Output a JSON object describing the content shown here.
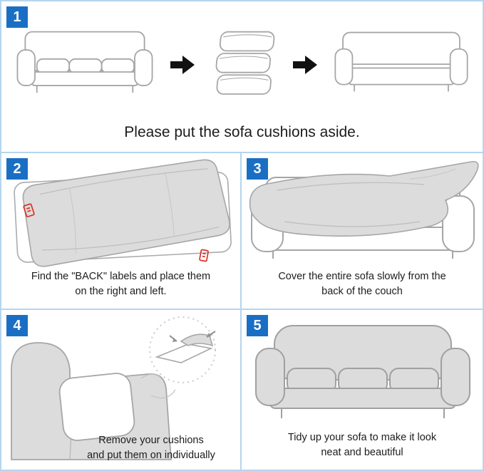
{
  "colors": {
    "badge_blue": "#1a6fc4",
    "panel_border_blue": "#b5d5ee",
    "sofa_outline_gray": "#a6a6a6",
    "cover_fill_gray": "#dcdcdc",
    "back_label_red": "#d93025",
    "arrow_black": "#111111"
  },
  "steps": [
    {
      "number": "1",
      "caption": "Please put the sofa cushions aside."
    },
    {
      "number": "2",
      "caption": "Find the \"BACK\" labels and place them\non the right and left."
    },
    {
      "number": "3",
      "caption": "Cover the entire sofa slowly from the\nback of the couch"
    },
    {
      "number": "4",
      "caption": "Remove your cushions\nand put them on individually"
    },
    {
      "number": "5",
      "caption": "Tidy up your sofa to make it look\nneat and beautiful"
    }
  ]
}
